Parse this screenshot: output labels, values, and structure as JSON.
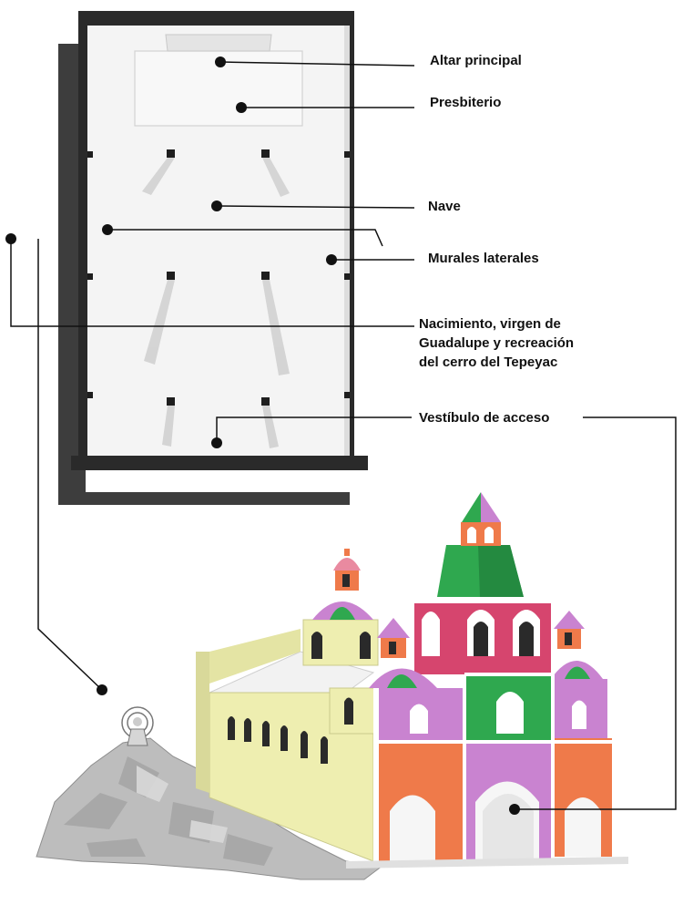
{
  "labels": {
    "altar": "Altar principal",
    "presbiterio": "Presbiterio",
    "nave": "Nave",
    "murales": "Murales laterales",
    "nacimiento_line1": "Nacimiento, virgen de",
    "nacimiento_line2": "Guadalupe y recreación",
    "nacimiento_line3": "del cerro del Tepeyac",
    "vestibulo": "Vestíbulo de acceso"
  },
  "colors": {
    "wall": "#2a2a2a",
    "floor": "#f4f4f4",
    "leader": "#111111",
    "yellow": "#eeeeb0",
    "orange": "#ef7a4a",
    "purple": "#c983d0",
    "green": "#2fa84f",
    "magenta": "#d6456e",
    "pink": "#e98aa0",
    "hill": "#b9b9b9"
  }
}
